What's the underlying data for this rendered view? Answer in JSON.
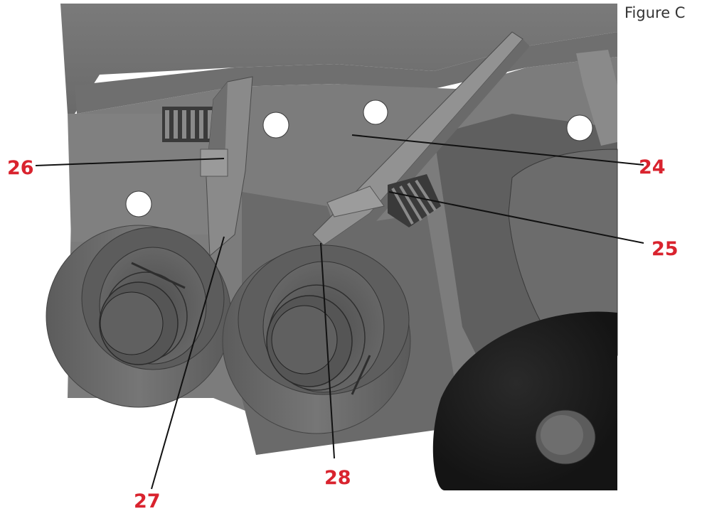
{
  "figure": {
    "caption": "Figure C"
  },
  "colors": {
    "callout_label": "#d9232e",
    "leader_line": "#111111",
    "part_dark": "#1c1c1c",
    "part_mid": "#6e6e6e",
    "part_light": "#858585",
    "background": "#ffffff"
  },
  "callouts": [
    {
      "id": "24",
      "label": "24"
    },
    {
      "id": "25",
      "label": "25"
    },
    {
      "id": "26",
      "label": "26"
    },
    {
      "id": "27",
      "label": "27"
    },
    {
      "id": "28",
      "label": "28"
    }
  ]
}
